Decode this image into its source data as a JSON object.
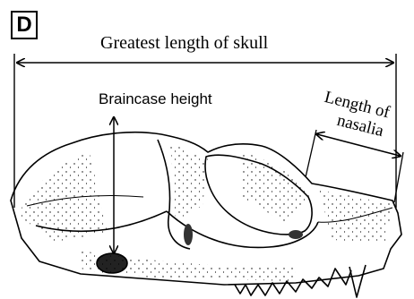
{
  "figure": {
    "panel_letter": "D",
    "labels": {
      "greatest_length": "Greatest length of skull",
      "braincase_height": "Braincase height",
      "nasalia_line1": "Length of",
      "nasalia_line2": "nasalia"
    },
    "colors": {
      "ink": "#000000",
      "background": "#ffffff"
    }
  }
}
